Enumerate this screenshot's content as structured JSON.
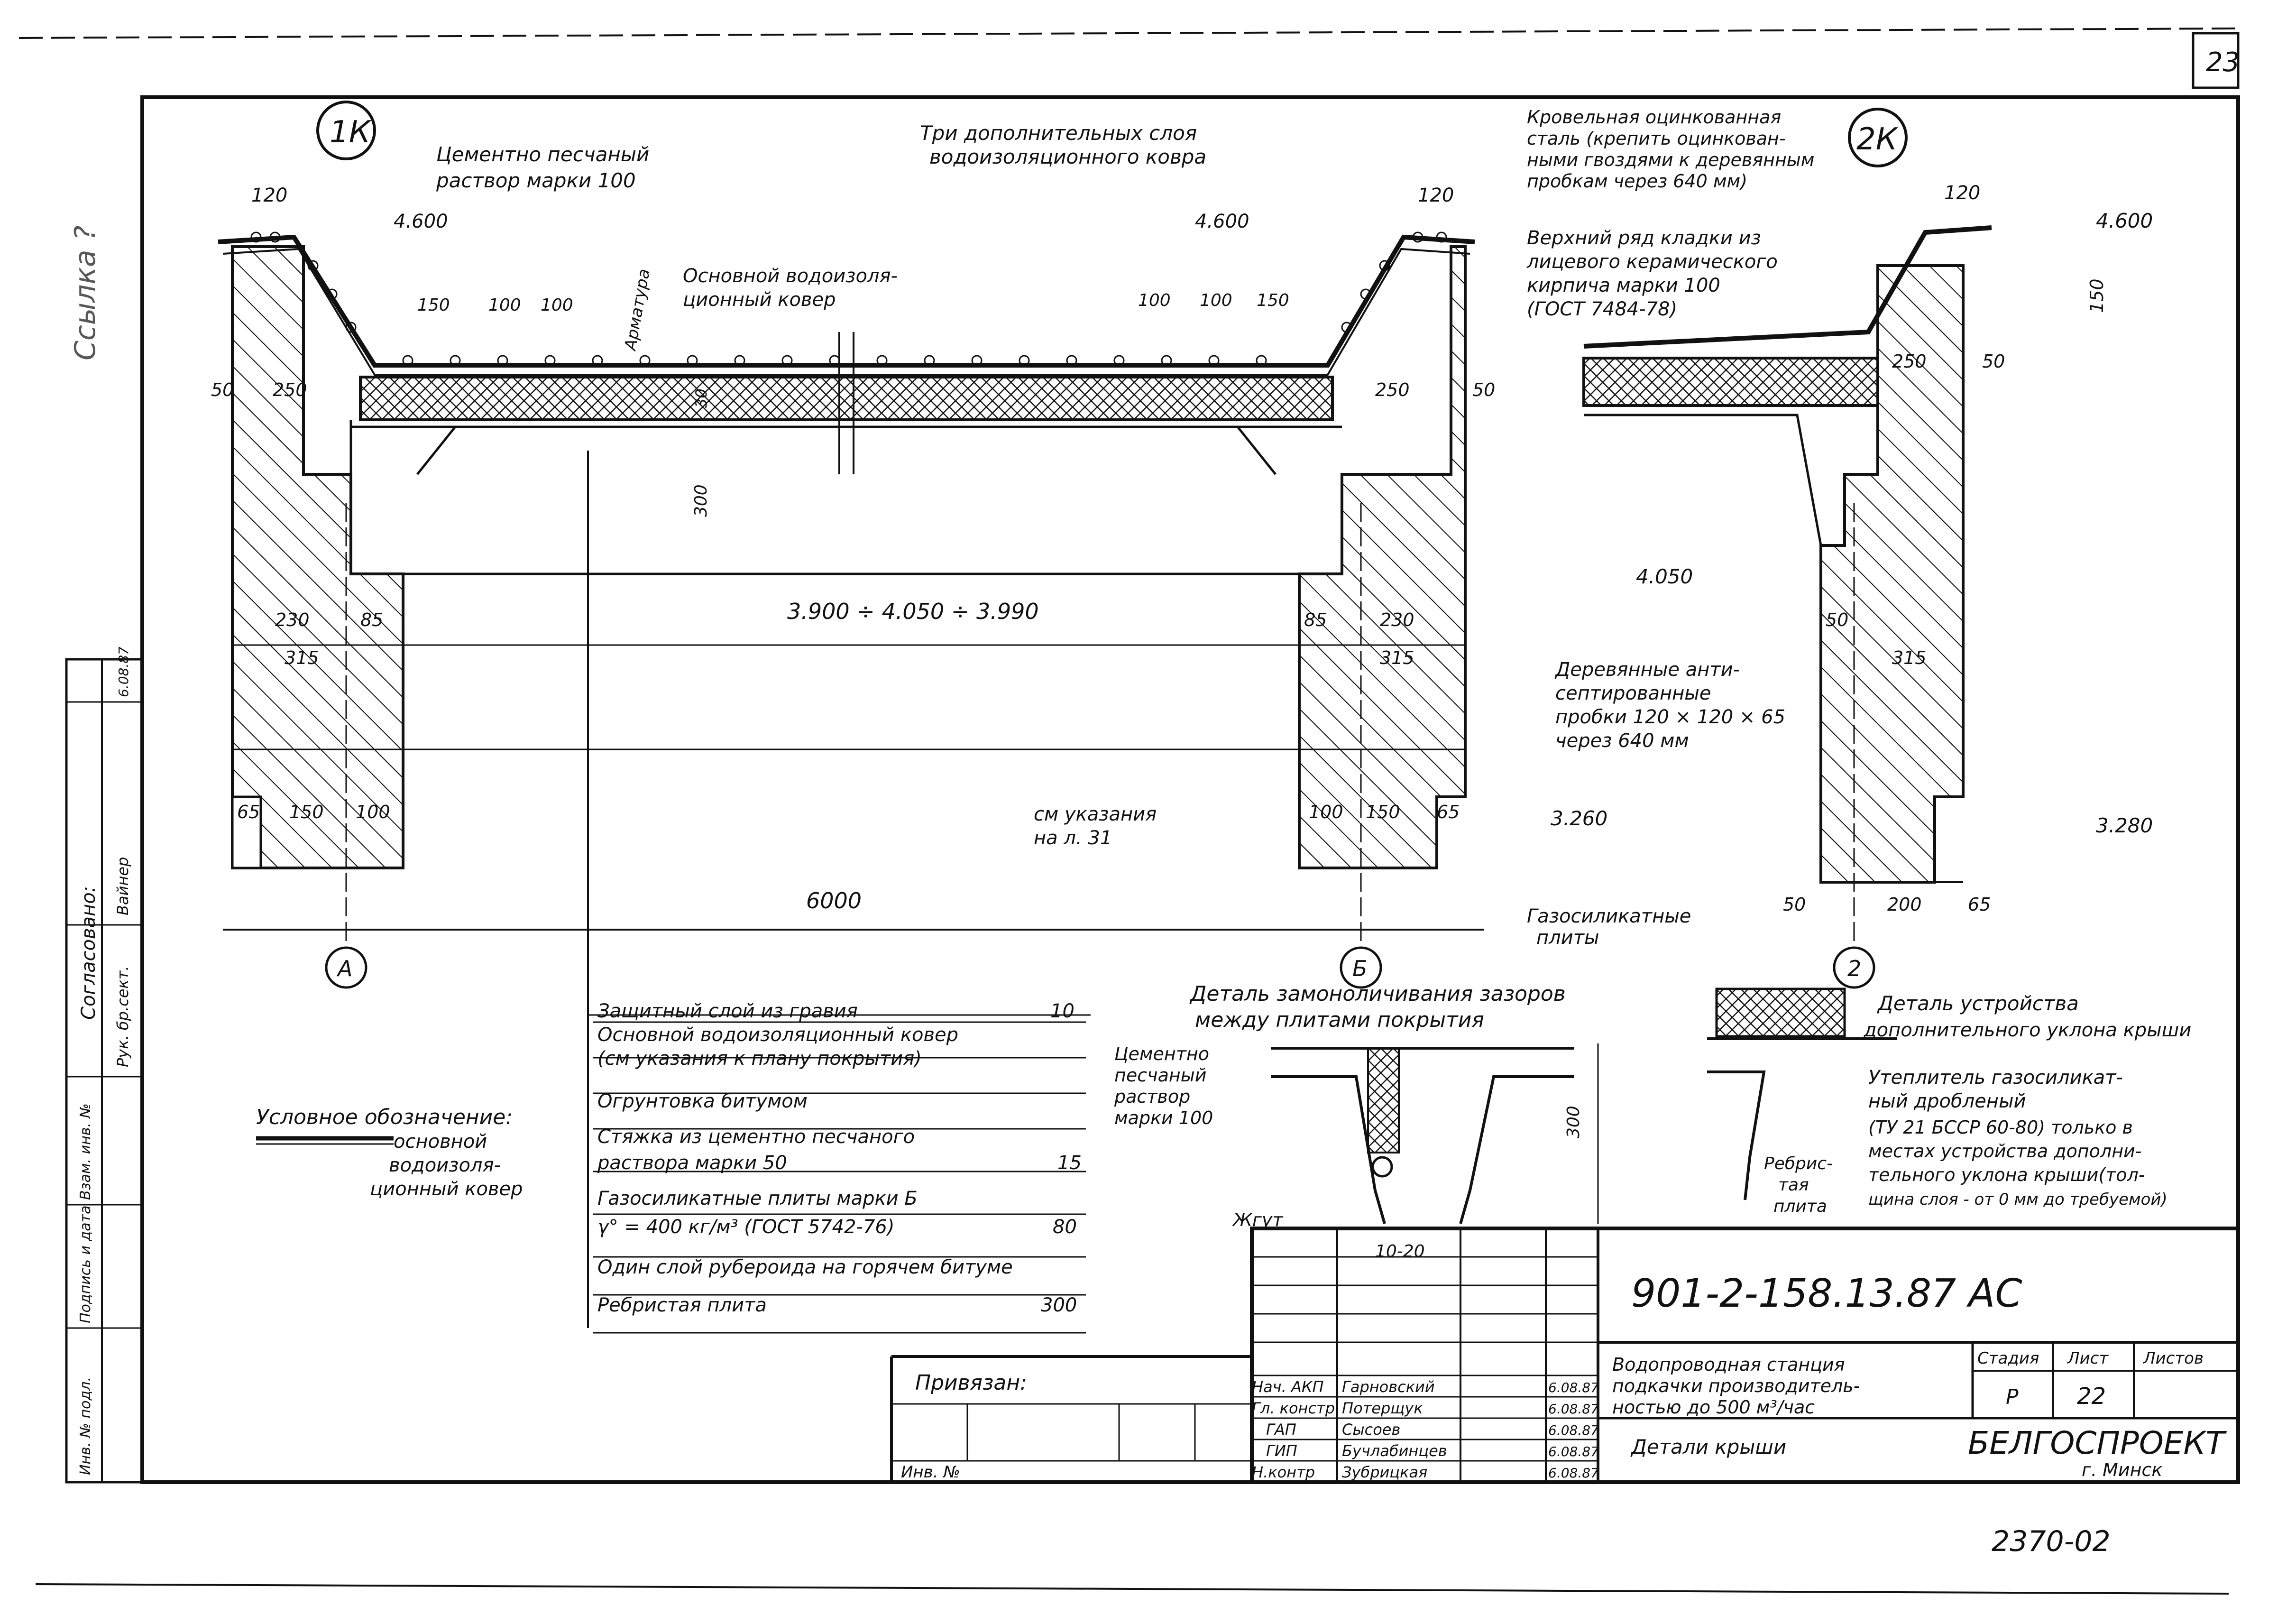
{
  "sheet": {
    "page_number": "23",
    "margin_note": "Ссылка ?"
  },
  "detail_1k": {
    "marker": "1К",
    "callout_mortar": [
      "Цементно песчаный",
      "раствор марки 100"
    ],
    "callout_extra_layers": [
      "Три дополнительных слоя",
      "водоизоляционного ковра"
    ],
    "callout_main_carpet": [
      "Основной водоизоля-",
      "ционный ковер"
    ],
    "reinforcement_label": "Арматура",
    "dims": {
      "left_top": "120",
      "right_top": "120",
      "level_left": "4.600",
      "level_right": "4.600",
      "spacing_left": [
        "150",
        "100",
        "100"
      ],
      "spacing_right": [
        "100",
        "100",
        "150"
      ],
      "left_50": "50",
      "left_250": "250",
      "right_250": "250",
      "right_50": "50",
      "slab_30": "30",
      "rib_300": "300",
      "levels_range": "3.900 ÷ 4.050 ÷ 3.990",
      "left_230": "230",
      "left_85": "85",
      "left_315": "315",
      "right_85": "85",
      "right_230": "230",
      "right_315": "315",
      "left_65": "65",
      "left_150": "150",
      "left_100": "100",
      "right_100": "100",
      "right_150": "150",
      "right_65": "65",
      "span": "6000",
      "level_3260": "3.260"
    },
    "see_notes": [
      "см указания",
      "на л. 31"
    ],
    "axis_a": "А",
    "axis_b": "Б"
  },
  "detail_2k": {
    "marker": "2К",
    "callout_steel": [
      "Кровельная оцинкованная",
      "сталь (крепить оцинкован-",
      "ными гвоздями к деревянным",
      "пробкам через 640 мм)"
    ],
    "callout_brick": [
      "Верхний ряд кладки из",
      "лицевого керамического",
      "кирпича  марки 100",
      "(ГОСТ 7484-78)"
    ],
    "callout_plugs": [
      "Деревянные анти-",
      "септированные",
      "пробки 120 × 120 × 65",
      "через 640 мм"
    ],
    "dims": {
      "top": "120",
      "level_top": "4.600",
      "height_150": "150",
      "w_250": "250",
      "w_50": "50",
      "level_4050": "4.050",
      "w_50b": "50",
      "w_315": "315",
      "level_3280": "3.280",
      "bot_50": "50",
      "bot_200": "200",
      "bot_65": "65"
    },
    "axis_2": "2"
  },
  "joint_detail": {
    "title": [
      "Деталь замоноличивания зазоров",
      "между плитами покрытия"
    ],
    "mortar": [
      "Цементно",
      "песчаный",
      "раствор",
      "марки 100"
    ],
    "height": "300",
    "tow": "Жгут",
    "gap": "10-20"
  },
  "slope_detail": {
    "label_plates": [
      "Газосиликатные",
      "плиты"
    ],
    "title": [
      "Деталь устройства",
      "дополнительного уклона крыши"
    ],
    "insulation": [
      "Утеплитель газосиликат-",
      "ный   дробленый",
      "(ТУ 21 БССР 60-80) только в",
      "местах устройства дополни-",
      "тельного уклона крыши(тол-",
      "щина слоя - от 0 мм до требуемой)"
    ],
    "ribbed": [
      "Ребрис-",
      "тая",
      "плита"
    ]
  },
  "legend": {
    "title": "Условное обозначение:",
    "item": [
      "основной",
      "водоизоля-",
      "ционный ковер"
    ]
  },
  "layers": [
    {
      "name": "Защитный слой из гравия",
      "thickness": "10"
    },
    {
      "name": "Основной водоизоляционный ковер",
      "thickness": ""
    },
    {
      "name": "(см указания к плану покрытия)",
      "thickness": ""
    },
    {
      "name": "Огрунтовка битумом",
      "thickness": ""
    },
    {
      "name": "Стяжка из цементно песчаного",
      "thickness": ""
    },
    {
      "name": "раствора марки 50",
      "thickness": "15"
    },
    {
      "name": "Газосиликатные плиты марки Б",
      "thickness": ""
    },
    {
      "name": "γ° = 400 кг/м³ (ГОСТ 5742-76)",
      "thickness": "80"
    },
    {
      "name": "Один слой рубероида на горячем битуме",
      "thickness": ""
    },
    {
      "name": "Ребристая плита",
      "thickness": "300"
    }
  ],
  "side_stamp": {
    "agreed": "Согласовано:",
    "dept": "Рук. бр.сект.",
    "dept_name": "Вайнер",
    "date": "6.08.87",
    "inv": "Инв. № подл.",
    "sign_date": "Подпись и дата",
    "instead": "Взам. инв. №"
  },
  "title_block": {
    "doc_code": "901-2-158.13.87   АС",
    "project": [
      "Водопроводная станция",
      "подкачки производитель-",
      "ностью до 500 м³/час"
    ],
    "drawing": "Детали крыши",
    "stage_head": "Стадия",
    "sheet_head": "Лист",
    "sheets_head": "Листов",
    "stage": "Р",
    "sheet_no": "22",
    "org": "БЕЛГОСПРОЕКТ",
    "city": "г. Минск",
    "archive": "2370-02",
    "privyazan": "Привязан:",
    "inv_no": "Инв. №",
    "staff": [
      {
        "role": "Нач. АКП",
        "name": "Гарновский",
        "date": "6.08.87"
      },
      {
        "role": "Гл. констр",
        "name": "Потерщук",
        "date": "6.08.87"
      },
      {
        "role": "ГАП",
        "name": "Сысоев",
        "date": "6.08.87"
      },
      {
        "role": "ГИП",
        "name": "Бучлабинцев",
        "date": "6.08.87"
      },
      {
        "role": "Н.контр",
        "name": "Зубрицкая",
        "date": "6.08.87"
      }
    ]
  }
}
